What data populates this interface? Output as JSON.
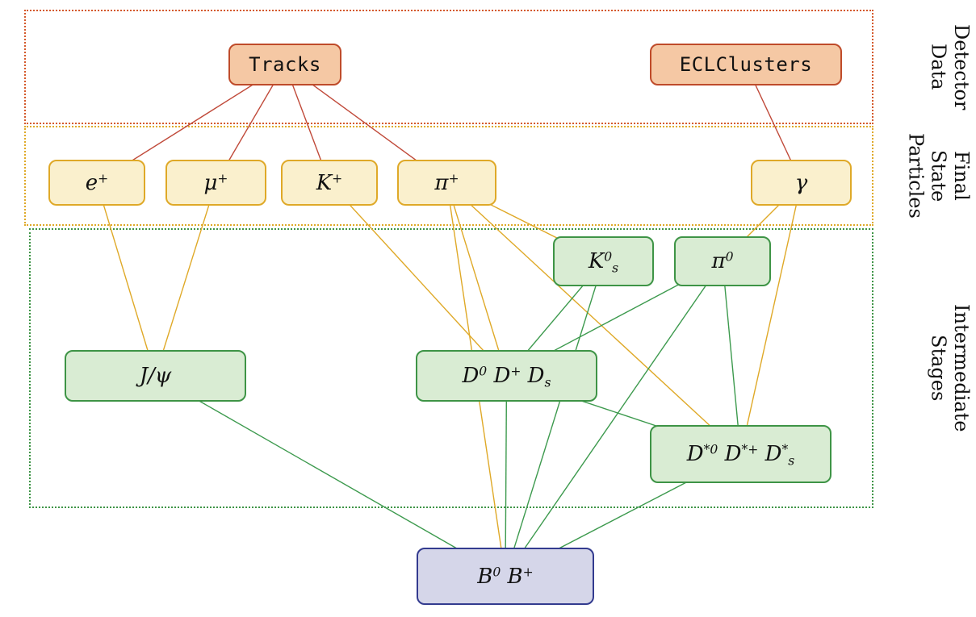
{
  "diagram": {
    "regions": {
      "detector": {
        "label": "Detector\nData",
        "border_color": "#d4592b"
      },
      "fsp": {
        "label": "Final\nState\nParticles",
        "border_color": "#dfa928"
      },
      "intermediate": {
        "label": "Intermediate\nStages",
        "border_color": "#3e9446"
      }
    },
    "nodes": {
      "tracks": {
        "label": "Tracks"
      },
      "eclclusters": {
        "label": "ECLClusters"
      },
      "e": {
        "label": "e^{+}"
      },
      "mu": {
        "label": "μ^{+}"
      },
      "k": {
        "label": "K^{+}"
      },
      "pi": {
        "label": "π^{+}"
      },
      "gamma": {
        "label": "γ"
      },
      "ks": {
        "label": "K^{0}_{s}"
      },
      "pi0": {
        "label": "π^{0}"
      },
      "jpsi": {
        "label": "J/ψ"
      },
      "d": {
        "label": "D^{0} D^{+} D_{s}"
      },
      "dstar": {
        "label": "D^{*0} D^{*+} D^{*}_{s}"
      },
      "b": {
        "label": "B^{0} B^{+}"
      }
    },
    "styles": {
      "detector": {
        "fill": "#f5c8a4",
        "border": "#bf4b2a"
      },
      "fsp": {
        "fill": "#faf0cd",
        "border": "#dfa928"
      },
      "intermediate": {
        "fill": "#d9ecd3",
        "border": "#3e9446"
      },
      "b": {
        "fill": "#d5d6e9",
        "border": "#333b8f"
      }
    },
    "edge_colors": {
      "red": "#c04a3a",
      "yellow": "#dfa928",
      "green": "#3d9a4e"
    },
    "edges": [
      {
        "from": "tracks",
        "to": "e",
        "color": "red"
      },
      {
        "from": "tracks",
        "to": "mu",
        "color": "red"
      },
      {
        "from": "tracks",
        "to": "k",
        "color": "red"
      },
      {
        "from": "tracks",
        "to": "pi",
        "color": "red"
      },
      {
        "from": "eclclusters",
        "to": "gamma",
        "color": "red"
      },
      {
        "from": "e",
        "to": "jpsi",
        "color": "yellow"
      },
      {
        "from": "mu",
        "to": "jpsi",
        "color": "yellow"
      },
      {
        "from": "k",
        "to": "d",
        "color": "yellow"
      },
      {
        "from": "pi",
        "to": "ks",
        "color": "yellow"
      },
      {
        "from": "pi",
        "to": "d",
        "color": "yellow"
      },
      {
        "from": "pi",
        "to": "dstar",
        "color": "yellow"
      },
      {
        "from": "pi",
        "to": "b",
        "color": "yellow"
      },
      {
        "from": "gamma",
        "to": "pi0",
        "color": "yellow"
      },
      {
        "from": "gamma",
        "to": "dstar",
        "color": "yellow"
      },
      {
        "from": "ks",
        "to": "d",
        "color": "green"
      },
      {
        "from": "ks",
        "to": "b",
        "color": "green"
      },
      {
        "from": "pi0",
        "to": "d",
        "color": "green"
      },
      {
        "from": "pi0",
        "to": "dstar",
        "color": "green"
      },
      {
        "from": "pi0",
        "to": "b",
        "color": "green"
      },
      {
        "from": "d",
        "to": "dstar",
        "color": "green"
      },
      {
        "from": "d",
        "to": "b",
        "color": "green"
      },
      {
        "from": "dstar",
        "to": "b",
        "color": "green"
      },
      {
        "from": "jpsi",
        "to": "b",
        "color": "green"
      }
    ]
  }
}
